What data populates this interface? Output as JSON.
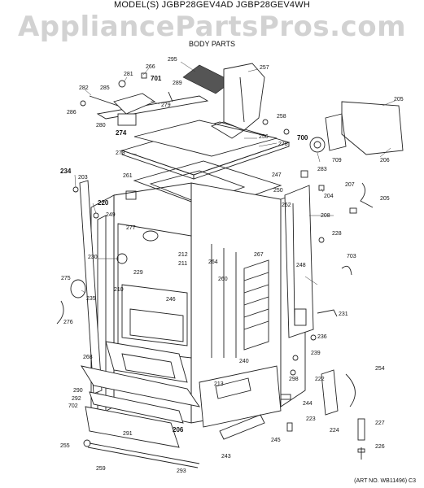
{
  "header": {
    "model_line": "MODEL(S) JGBP28GEV4AD  JGBP28GEV4WH",
    "watermark": "AppliancePartsPros.com",
    "section_title": "BODY PARTS"
  },
  "footer": {
    "art_number": "(ART NO. WB11496) C3"
  },
  "callouts": [
    "295",
    "257",
    "266",
    "281",
    "701",
    "289",
    "282",
    "285",
    "279",
    "286",
    "280",
    "274",
    "278",
    "256",
    "258",
    "700",
    "205",
    "273",
    "709",
    "206",
    "234",
    "203",
    "261",
    "283",
    "247",
    "250",
    "204",
    "207",
    "205",
    "220",
    "277",
    "249",
    "262",
    "208",
    "228",
    "212",
    "211",
    "264",
    "267",
    "248",
    "703",
    "230",
    "229",
    "210",
    "260",
    "275",
    "235",
    "246",
    "276",
    "231",
    "236",
    "239",
    "268",
    "240",
    "298",
    "222",
    "254",
    "290",
    "292",
    "702",
    "213",
    "244",
    "206",
    "223",
    "224",
    "227",
    "255",
    "291",
    "245",
    "243",
    "226",
    "259",
    "293"
  ]
}
